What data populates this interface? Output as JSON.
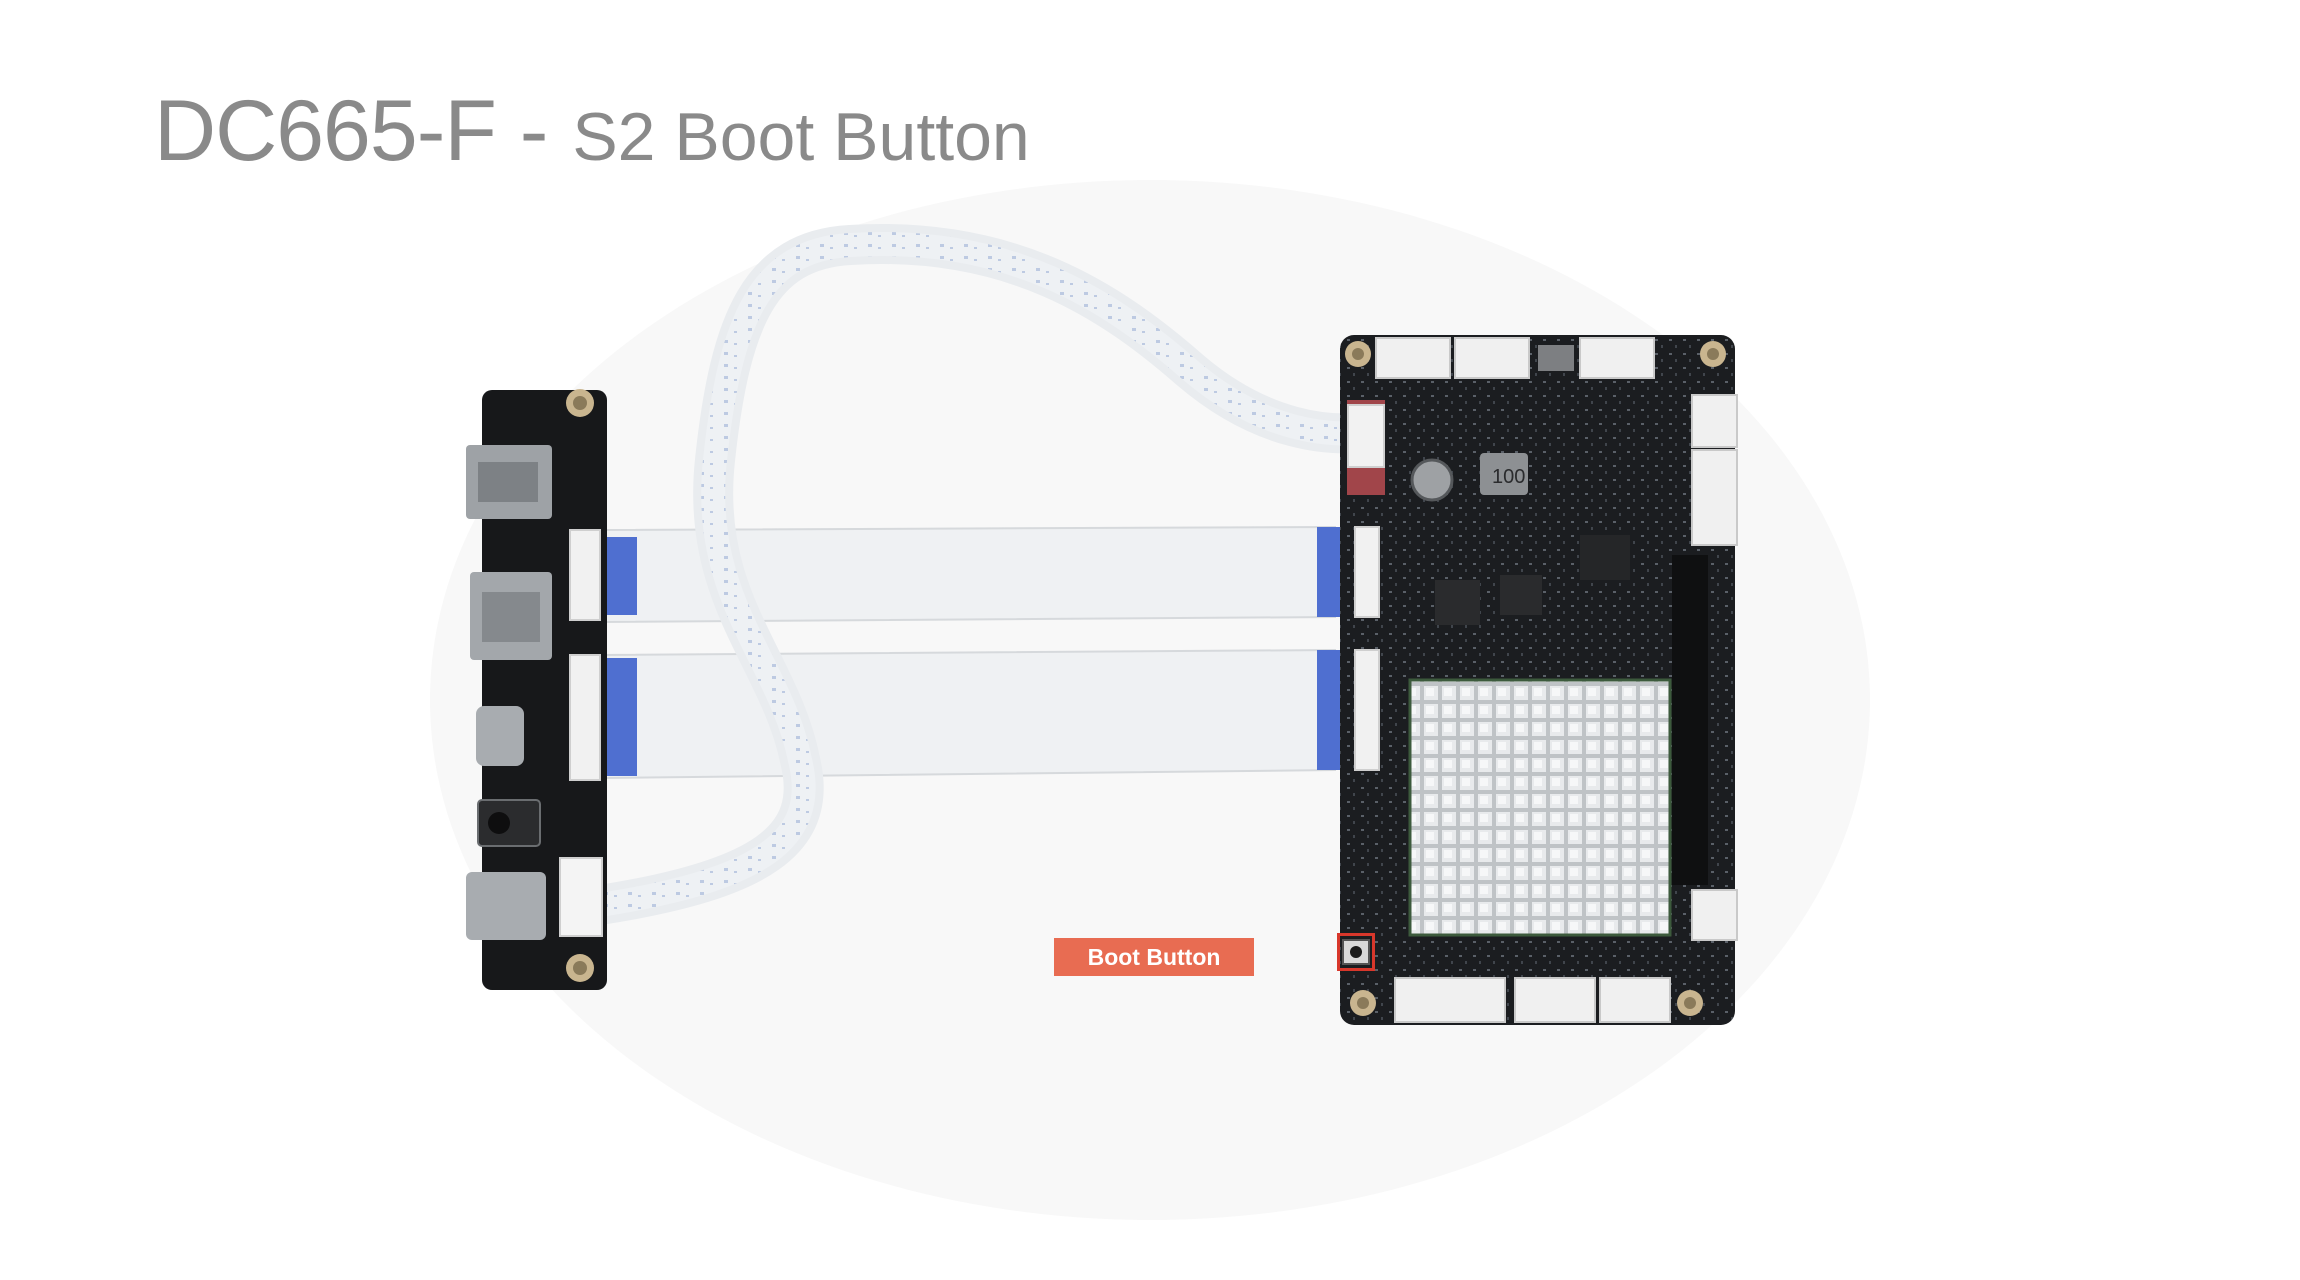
{
  "slide": {
    "title_main": "DC665-F",
    "title_separator": " - ",
    "title_sub": "S2 Boot Button"
  },
  "callout": {
    "label": "Boot Button",
    "color": "#e86c52",
    "highlight_color": "#d8372b"
  },
  "photo": {
    "board_label": "100"
  }
}
